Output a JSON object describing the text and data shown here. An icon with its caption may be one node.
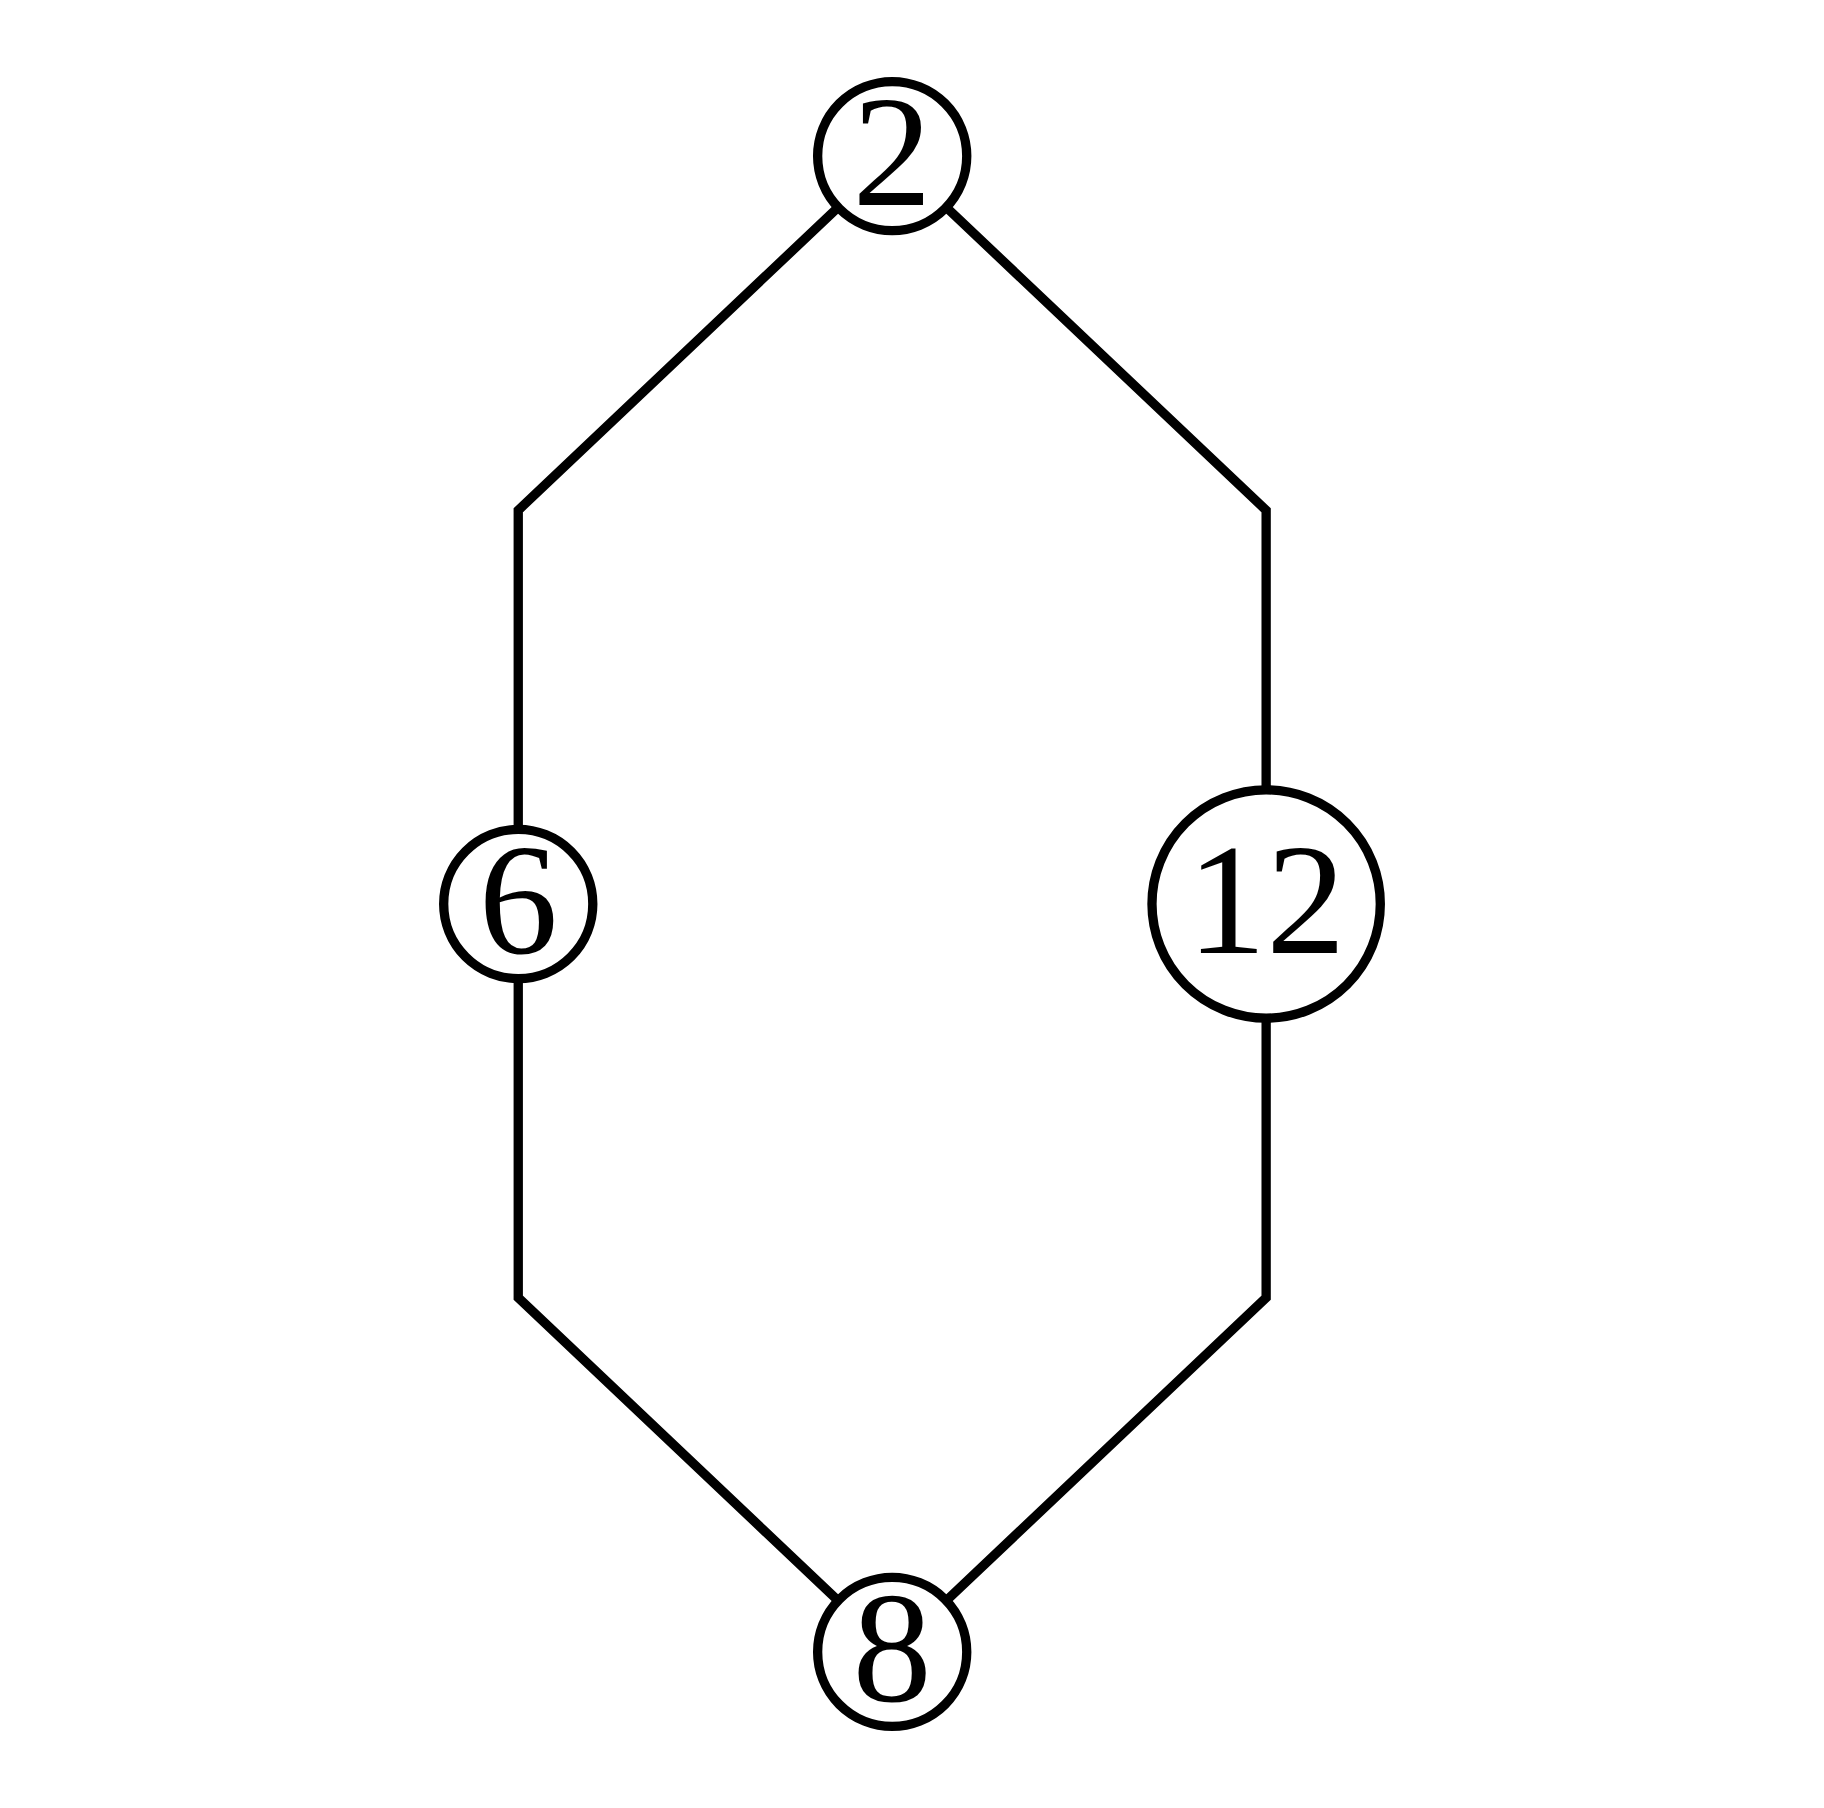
{
  "diagram": {
    "nodes": [
      {
        "text": [
          "2"
        ]
      },
      {
        "text": [
          "6"
        ]
      },
      {
        "text": [
          "12"
        ]
      },
      {
        "text": [
          "8"
        ]
      }
    ],
    "edges": [
      {
        "from": 0,
        "to": 1,
        "arrow": "none"
      },
      {
        "from": 0,
        "to": 2,
        "arrow": "none"
      },
      {
        "from": 1,
        "to": 3,
        "arrow": "none"
      },
      {
        "from": 2,
        "to": 3,
        "arrow": "none"
      }
    ]
  }
}
